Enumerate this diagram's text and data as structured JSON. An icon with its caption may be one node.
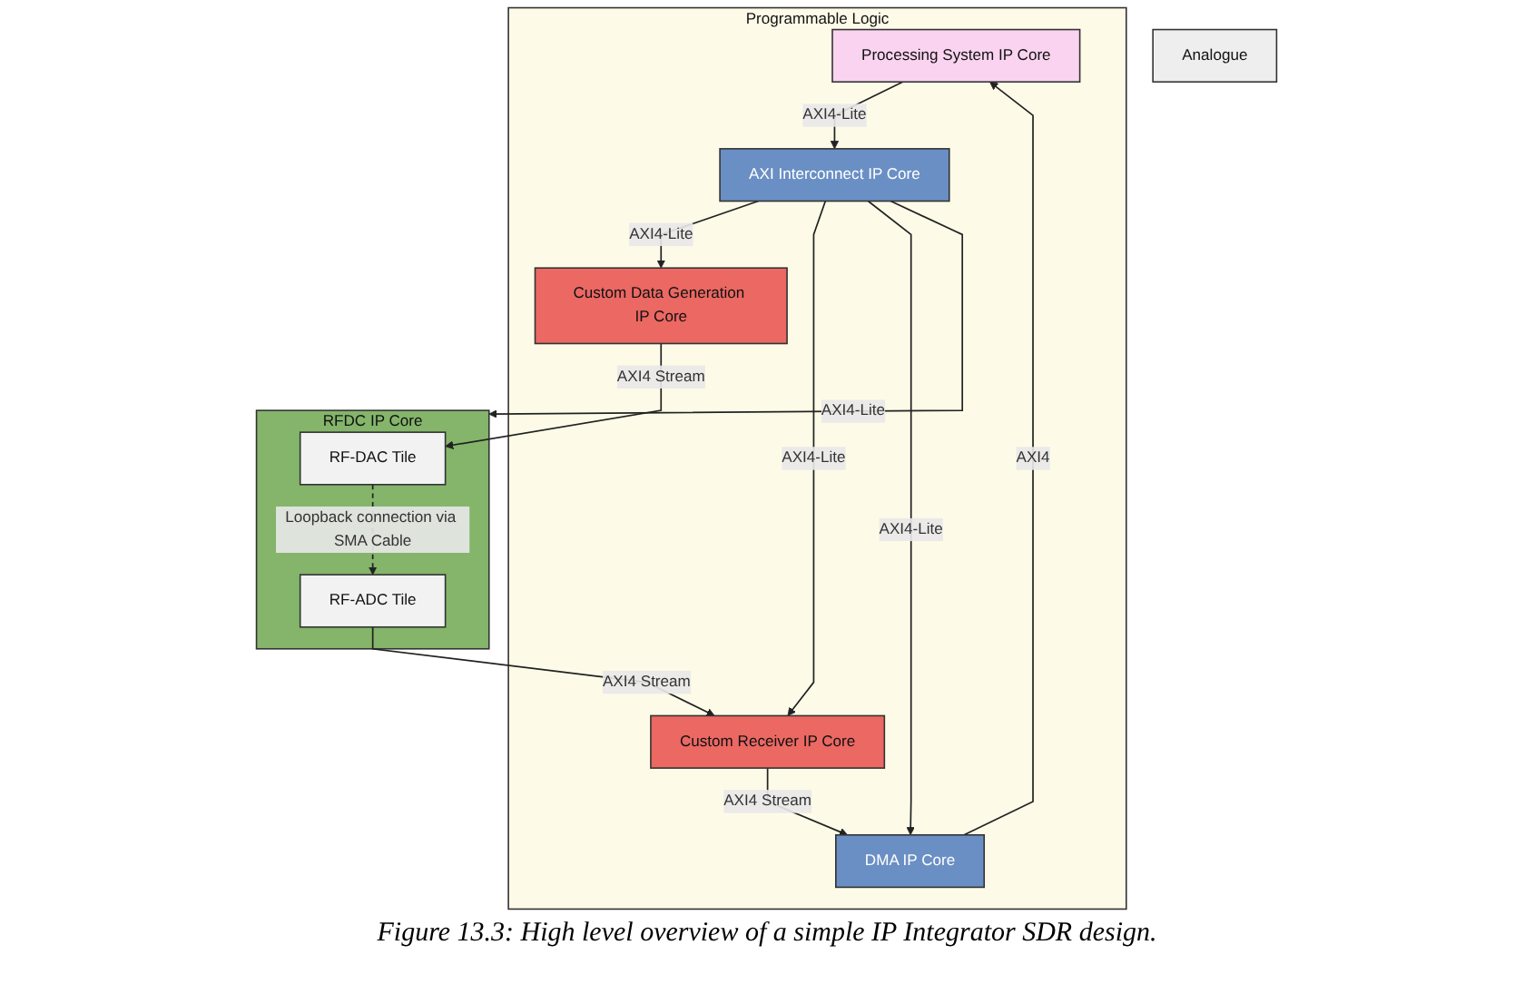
{
  "diagram": {
    "caption": "Figure 13.3: High level overview of a simple IP Integrator SDR design.",
    "nodes": [
      {
        "text": [
          "Programmable Logic"
        ]
      },
      {
        "text": [
          "Processing System IP Core"
        ],
        "in": 0
      },
      {
        "text": [
          "AXI Interconnect IP Core"
        ],
        "in": 0
      },
      {
        "text": [
          "Custom Data Generation IP Core"
        ],
        "in": 0
      },
      {
        "text": [
          "Custom Receiver IP Core"
        ],
        "in": 0
      },
      {
        "text": [
          "DMA IP Core"
        ],
        "in": 0
      },
      {
        "text": [
          "RFDC IP Core"
        ]
      },
      {
        "text": [
          "RF-DAC Tile"
        ],
        "in": 6
      },
      {
        "text": [
          "RF-ADC Tile"
        ],
        "in": 6
      },
      {
        "text": [
          "Analogue"
        ]
      }
    ],
    "edges": [
      {
        "from": 1,
        "to": 2,
        "arrow": "to",
        "label": "AXI4-Lite"
      },
      {
        "from": 2,
        "to": 6,
        "arrow": "to",
        "label": "AXI4-Lite"
      },
      {
        "from": 2,
        "to": 3,
        "arrow": "to",
        "label": "AXI4-Lite"
      },
      {
        "from": 2,
        "to": 4,
        "arrow": "to",
        "label": "AXI4-Lite"
      },
      {
        "from": 2,
        "to": 5,
        "arrow": "to",
        "label": "AXI4-Lite"
      },
      {
        "from": 5,
        "to": 1,
        "arrow": "to",
        "label": "AXI4"
      },
      {
        "from": 3,
        "to": 7,
        "arrow": "to",
        "label": "AXI4 Stream"
      },
      {
        "from": 8,
        "to": 4,
        "arrow": "to",
        "label": "AXI4 Stream"
      },
      {
        "from": 4,
        "to": 5,
        "arrow": "to",
        "label": "AXI4 Stream"
      },
      {
        "from": 7,
        "to": 8,
        "arrow": "to",
        "label": "Loopback connection via SMA Cable",
        "style": "dashed"
      }
    ]
  }
}
